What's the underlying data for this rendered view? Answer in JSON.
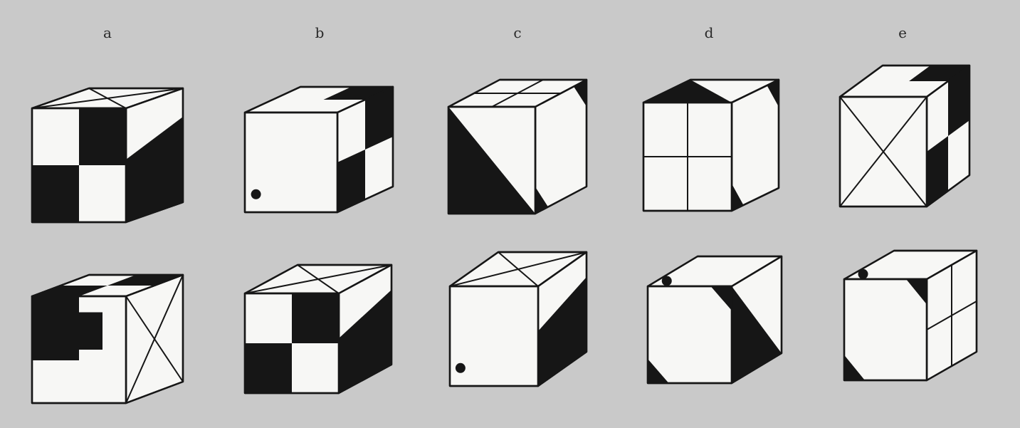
{
  "columns": [
    {
      "label": "a"
    },
    {
      "label": "b"
    },
    {
      "label": "c"
    },
    {
      "label": "d"
    },
    {
      "label": "e"
    }
  ],
  "colors": {
    "background": "#c9c9c9",
    "face": "#f7f7f5",
    "ink": "#161616"
  },
  "figures": [
    {
      "column": "a",
      "row": "top",
      "top": "diagonal-cross",
      "front": "checker-2x2",
      "side": "lower-half-dark"
    },
    {
      "column": "a",
      "row": "bottom",
      "top": "checker-2x2",
      "front": "l-shape-dark",
      "side": "diagonal-cross"
    },
    {
      "column": "b",
      "row": "top",
      "top": "corner-square-dark",
      "front": "dot",
      "side": "checker-2x2"
    },
    {
      "column": "b",
      "row": "bottom",
      "top": "diagonal-cross",
      "front": "checker-2x2",
      "side": "lower-half-dark"
    },
    {
      "column": "c",
      "row": "top",
      "top": "quartered",
      "front": "half-triangle-dark",
      "side": "corner-triangles"
    },
    {
      "column": "c",
      "row": "bottom",
      "top": "diagonal-cross",
      "front": "dot",
      "side": "lower-half-dark"
    },
    {
      "column": "d",
      "row": "top",
      "top": "half-triangle-dark",
      "front": "quartered",
      "side": "corner-triangles"
    },
    {
      "column": "d",
      "row": "bottom",
      "top": "dot",
      "front": "corner-triangles",
      "side": "half-triangle-dark"
    },
    {
      "column": "e",
      "row": "top",
      "top": "corner-square-dark",
      "front": "diagonal-cross",
      "side": "checker-2x2"
    },
    {
      "column": "e",
      "row": "bottom",
      "top": "dot",
      "front": "corner-triangles",
      "side": "quartered"
    }
  ]
}
